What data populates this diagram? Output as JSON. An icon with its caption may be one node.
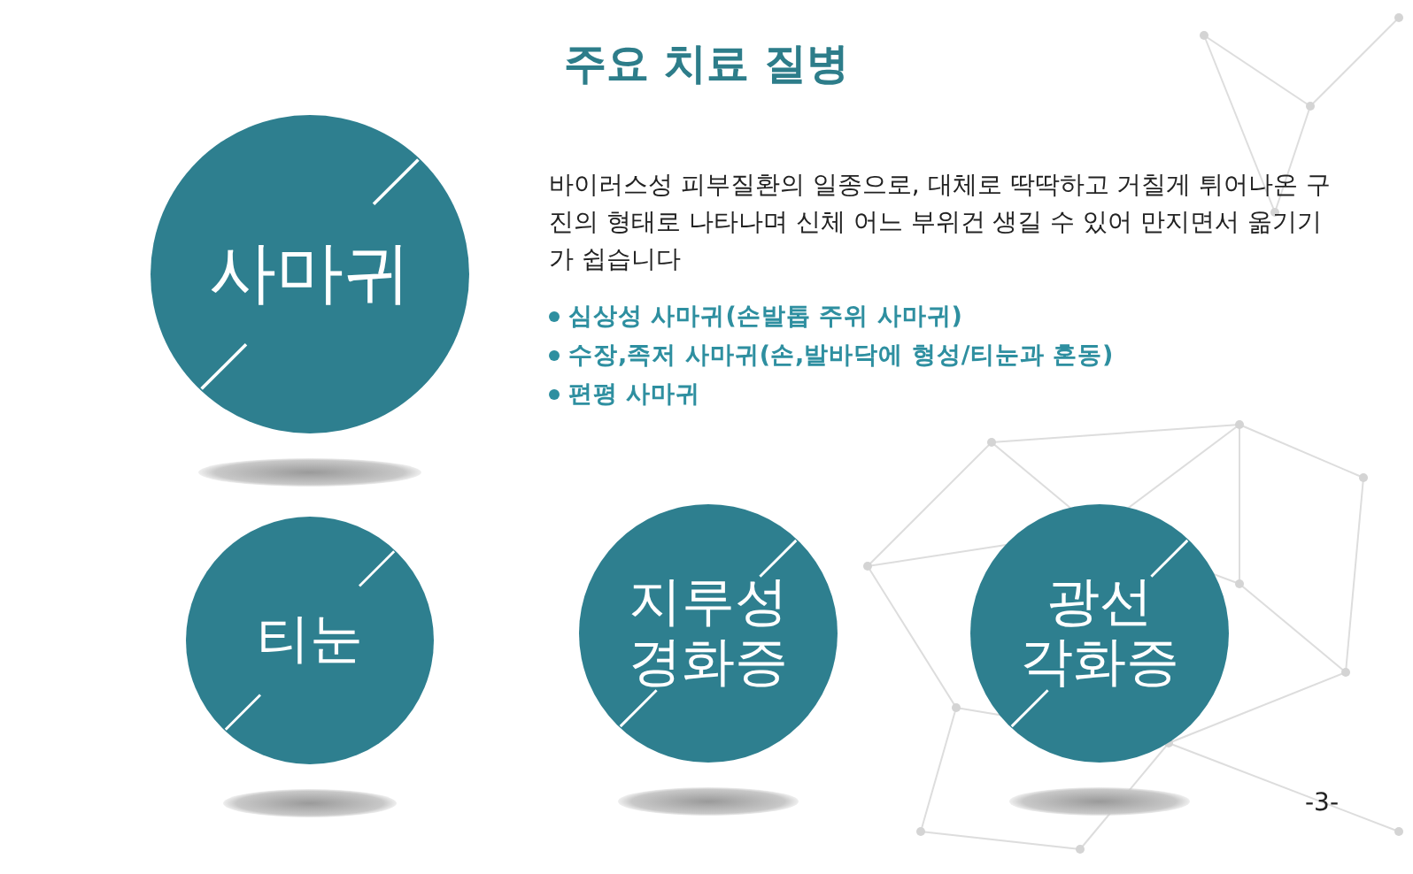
{
  "diagram": {
    "title": "주요 치료 질병",
    "nodes": [
      {
        "text": [
          "사마귀"
        ]
      },
      {
        "text": [
          "티눈"
        ]
      },
      {
        "text": [
          "지루성 경화증"
        ]
      },
      {
        "text": [
          "광선 각화증"
        ]
      }
    ],
    "labels": [
      "바이러스성 피부질환의 일종으로, 대체로 딱딱하고 거칠게 튀어나온 구진의 형태로 나타나며 신체 어느 부위건 생길 수 있어 만지면서 옮기기가 쉽습니다",
      "심상성 사마귀(손발톱 주위 사마귀)",
      "수장,족저 사마귀(손,발바닥에 형성/티눈과 혼동)",
      "편평 사마귀",
      "-3-"
    ]
  }
}
